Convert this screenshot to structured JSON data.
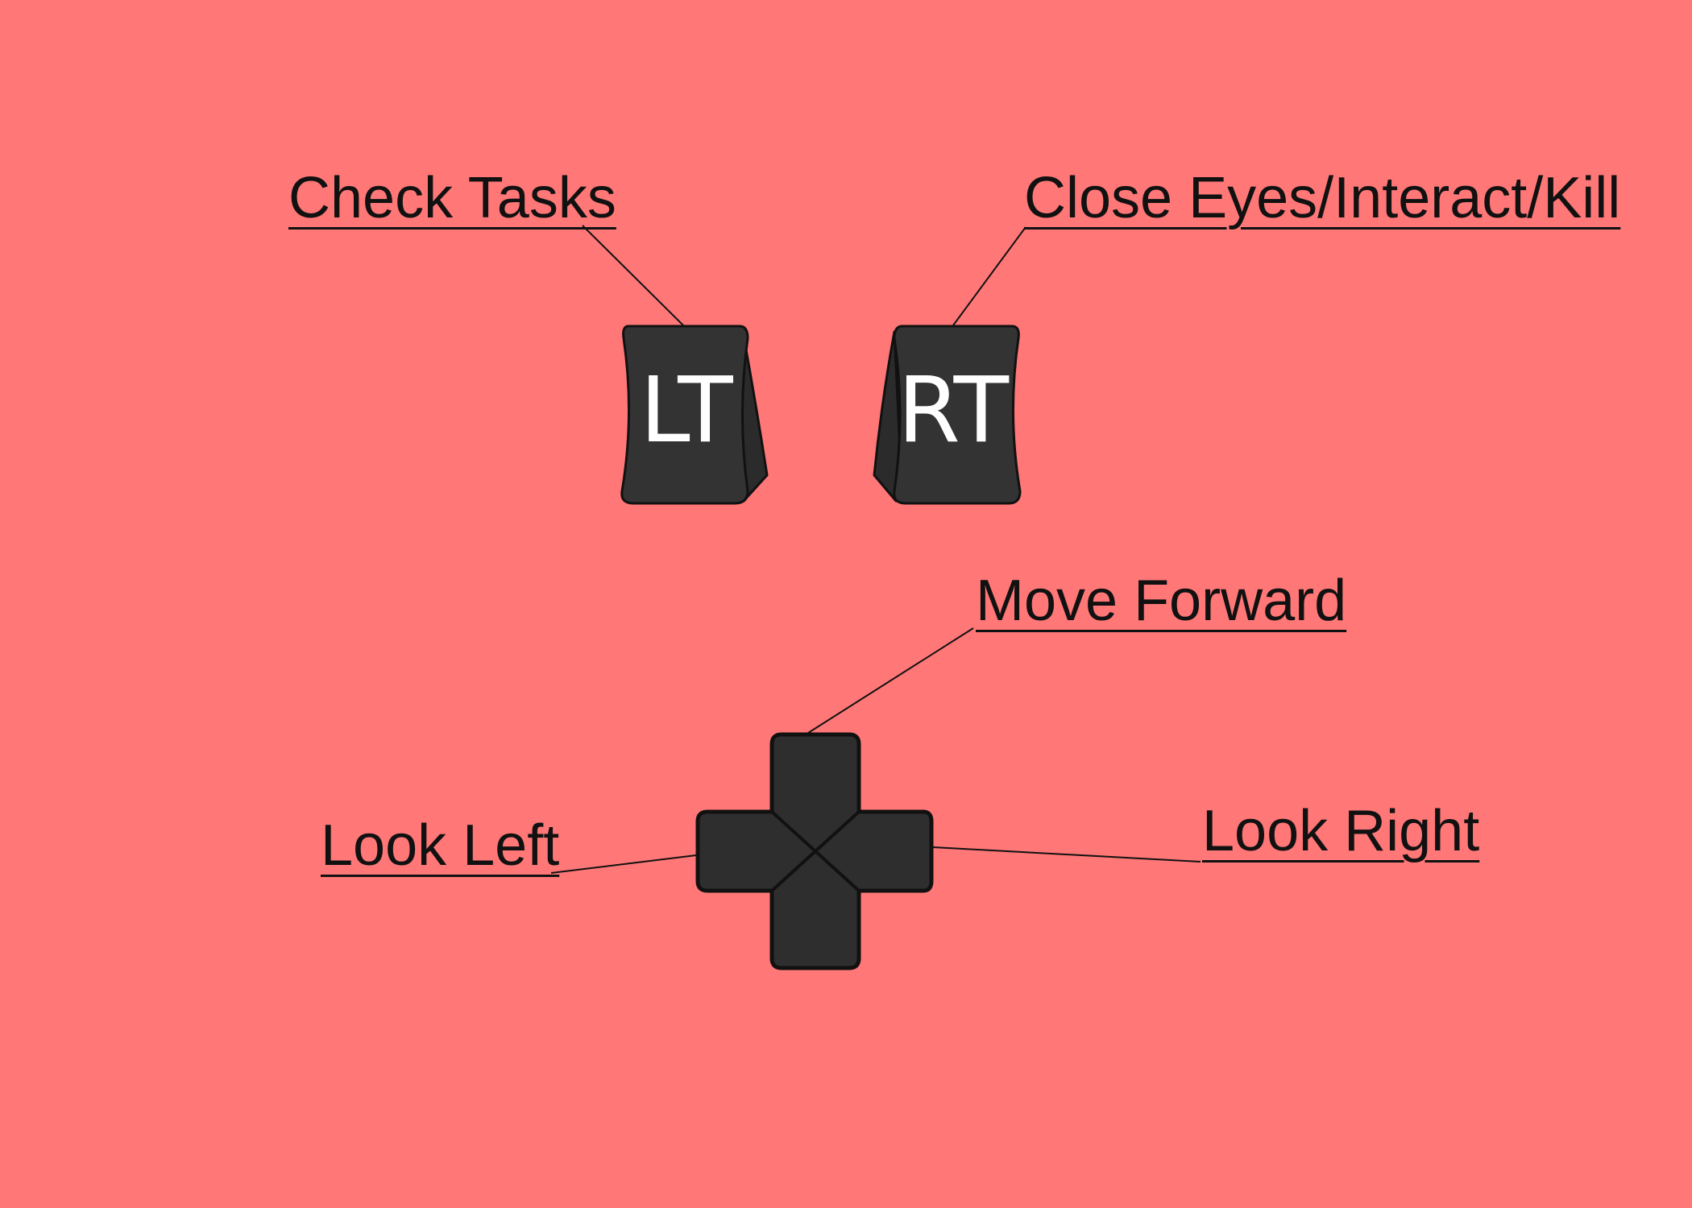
{
  "colors": {
    "background": "#ff7777",
    "button_fill": "#333333",
    "button_edge": "#111111",
    "key_text": "#ffffff",
    "label_text": "#111111"
  },
  "triggers": {
    "left": {
      "key": "LT",
      "action": "Check Tasks"
    },
    "right": {
      "key": "RT",
      "action": "Close Eyes/Interact/Kill"
    }
  },
  "dpad": {
    "icon": "dpad-icon",
    "up": "Move Forward",
    "left": "Look Left",
    "right": "Look Right"
  }
}
